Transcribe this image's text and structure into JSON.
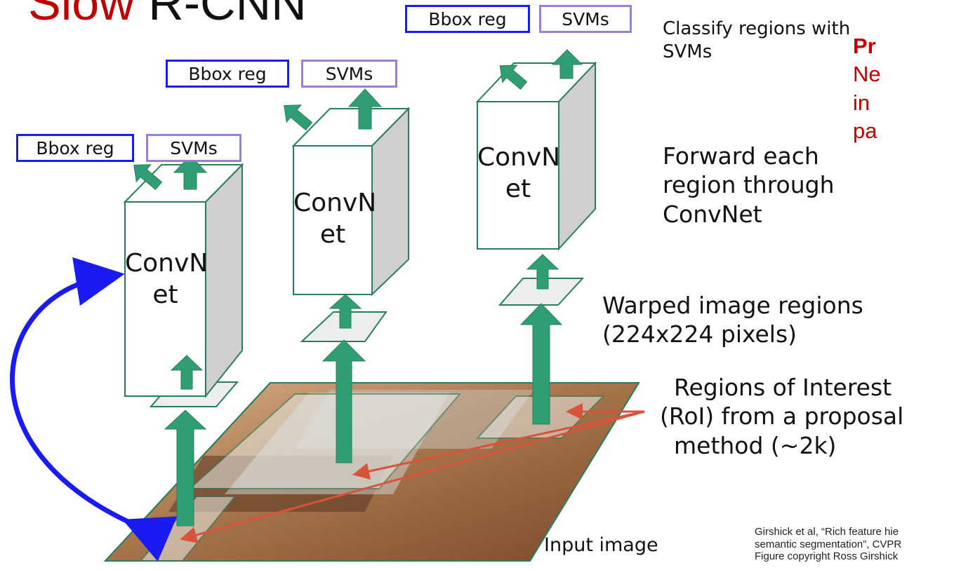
{
  "title": {
    "left": "Slow",
    "right": "R-CNN"
  },
  "module_labels": {
    "bbox_reg": "Bbox reg",
    "svms": "SVMs"
  },
  "convnet": {
    "line1": "ConvN",
    "line2": "et"
  },
  "captions": {
    "classify": [
      "Classify regions with",
      "SVMs"
    ],
    "forward": [
      "Forward each",
      "region through",
      "ConvNet"
    ],
    "warped": [
      "Warped image regions",
      "(224x224 pixels)"
    ],
    "rois": [
      "Regions of Interest",
      "(RoI) from a proposal",
      "method (~2k)"
    ],
    "input": "Input image"
  },
  "side_note": {
    "bold": "Pr",
    "lines": [
      "Ne",
      "in",
      "pa"
    ]
  },
  "citation": [
    "Girshick et al, “Rich feature hie",
    "semantic segmentation”, CVPR",
    "Figure copyright Ross Girshick"
  ],
  "colors": {
    "green": "#2f9e72",
    "stroke": "#2b7e5c",
    "blue": "#1a1af2",
    "purple": "#9c7fd4",
    "red_arrow": "#d9533b",
    "title_red": "#c00000"
  }
}
